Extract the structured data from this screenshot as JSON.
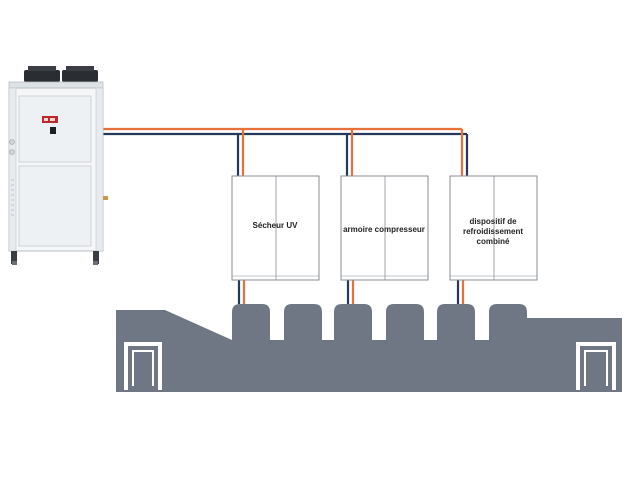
{
  "colors": {
    "supply_line": "#e8703a",
    "return_line": "#243a5a",
    "machine": "#6e7783",
    "cabinet_outline": "#8a8f96",
    "chiller_body": "#f4f6f8",
    "chiller_fan": "#2a2d31"
  },
  "chiller": {
    "icon": "industrial-chiller-icon"
  },
  "cabinets": [
    {
      "label": "Sécheur UV"
    },
    {
      "label": "armoire compresseur"
    },
    {
      "label": "dispositif de refroidissement combiné"
    }
  ],
  "press": {
    "icon": "printing-press-silhouette",
    "print_units": 6
  }
}
